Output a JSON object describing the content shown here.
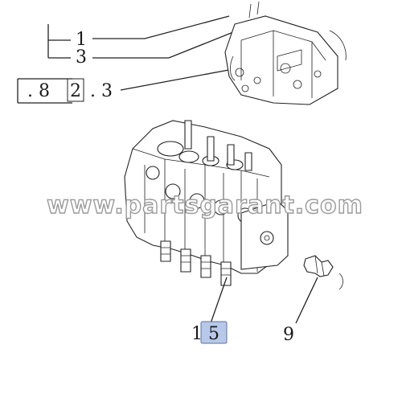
{
  "callouts": {
    "ref_1": "1",
    "ref_3_top": "3",
    "ref_82_prefix": ". 8",
    "ref_82_box": "2",
    "ref_82_suffix": ". 3",
    "ref_15_prefix": "1",
    "ref_15_box": "5",
    "ref_9": "9"
  },
  "watermark": "www.partsgarant.com",
  "colors": {
    "line": "#222222",
    "highlight_box": "#b8c8e8",
    "highlight_border": "#5a6fa0",
    "watermark_stroke": "#9a9a9a"
  }
}
